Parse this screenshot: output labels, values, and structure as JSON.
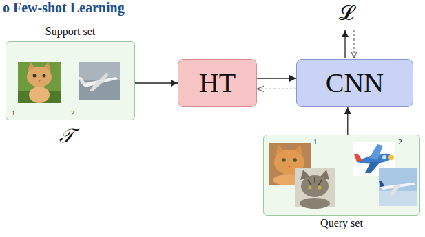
{
  "diagram": {
    "title": "o Few-shot Learning",
    "nodes": [
      {
        "text": [
          "Support set"
        ]
      },
      {
        "text": [
          "HT"
        ]
      },
      {
        "text": [
          "CNN"
        ]
      },
      {
        "text": [
          "Query set"
        ]
      }
    ],
    "edges": [
      {
        "from": 0,
        "to": 1,
        "arrow": "to"
      },
      {
        "from": 1,
        "to": 2,
        "arrow": "to"
      },
      {
        "from": 2,
        "to": 1,
        "arrow": "to"
      },
      {
        "from": 3,
        "to": 2,
        "arrow": "to"
      }
    ],
    "labels": [
      "1",
      "2",
      "𝒯",
      "𝓛",
      "1",
      "2"
    ]
  }
}
